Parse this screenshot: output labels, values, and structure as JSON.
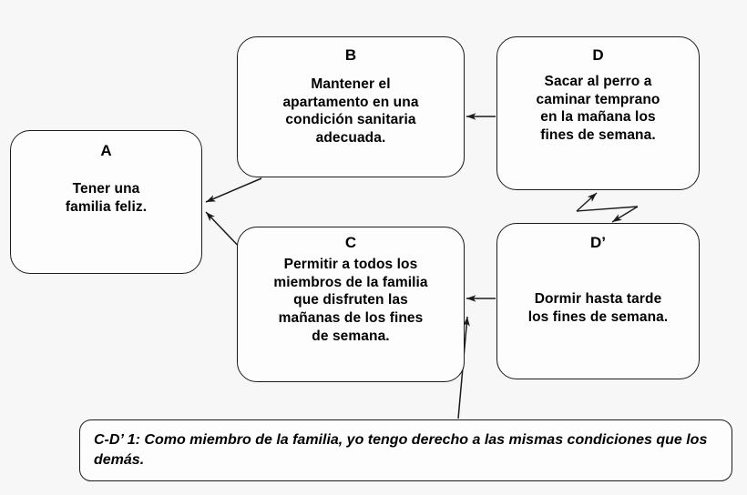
{
  "diagram": {
    "title_visible": false,
    "background_color": "#f7f7f7",
    "line_color": "#1b1b1b",
    "box_fill": "#fdfdfd",
    "nodes": [
      {
        "id": "A",
        "tag": "A",
        "text": "Tener una\nfamilia feliz."
      },
      {
        "id": "B",
        "tag": "B",
        "text": "Mantener el\napartamento en una\ncondición sanitaria\nadecuada."
      },
      {
        "id": "C",
        "tag": "C",
        "text": "Permitir a todos los\nmiembros de la familia\nque disfruten las\nmañanas de los fines\nde semana."
      },
      {
        "id": "D",
        "tag": "D",
        "text": "Sacar al perro a\ncaminar temprano\nen la mañana los\nfines de semana."
      },
      {
        "id": "Dprime",
        "tag": "D’",
        "text": "Dormir hasta tarde\nlos fines de semana."
      }
    ],
    "caption": {
      "label": "C-D’ 1:",
      "text": "C-D’ 1: Como miembro de la familia, yo tengo derecho a las mismas condiciones que los demás."
    },
    "edges": [
      {
        "from": "B",
        "to": "A",
        "style": "arrow"
      },
      {
        "from": "C",
        "to": "A",
        "style": "arrow"
      },
      {
        "from": "D",
        "to": "B",
        "style": "arrow"
      },
      {
        "from": "Dprime",
        "to": "C",
        "style": "arrow"
      },
      {
        "from": "D",
        "to": "Dprime",
        "style": "double-zigzag-conflict"
      },
      {
        "from": "caption",
        "to": "C",
        "style": "arrow"
      }
    ]
  }
}
